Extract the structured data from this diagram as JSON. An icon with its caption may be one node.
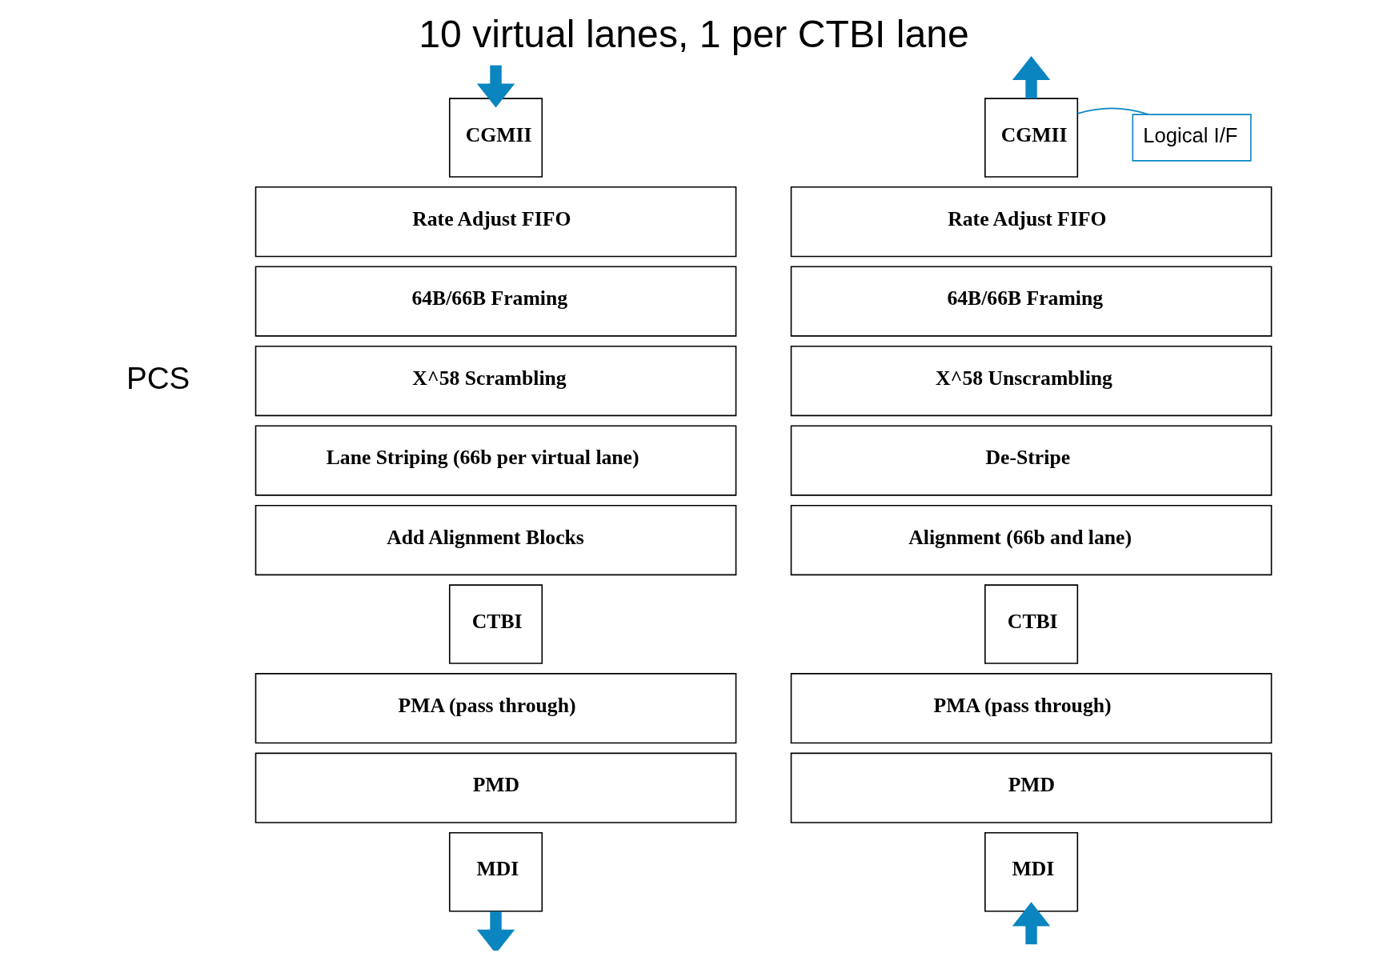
{
  "diagram": {
    "title": "10 virtual lanes, 1 per CTBI lane",
    "nodes": [
      {
        "text": [
          "CGMII"
        ]
      },
      {
        "text": [
          "Rate Adjust FIFO"
        ]
      },
      {
        "text": [
          "64B/66B Framing"
        ]
      },
      {
        "text": [
          "X^58 Scrambling"
        ]
      },
      {
        "text": [
          "Lane Striping (66b per virtual lane)"
        ]
      },
      {
        "text": [
          "Add Alignment Blocks"
        ]
      },
      {
        "text": [
          "CTBI"
        ]
      },
      {
        "text": [
          "PMA (pass through)"
        ]
      },
      {
        "text": [
          "PMD"
        ]
      },
      {
        "text": [
          "MDI"
        ]
      },
      {
        "text": [
          "CGMII"
        ]
      },
      {
        "text": [
          "Rate Adjust FIFO"
        ]
      },
      {
        "text": [
          "64B/66B Framing"
        ]
      },
      {
        "text": [
          "X^58 Unscrambling"
        ]
      },
      {
        "text": [
          "De-Stripe"
        ]
      },
      {
        "text": [
          "Alignment (66b and lane)"
        ]
      },
      {
        "text": [
          "CTBI"
        ]
      },
      {
        "text": [
          "PMA (pass through)"
        ]
      },
      {
        "text": [
          "PMD"
        ]
      },
      {
        "text": [
          "MDI"
        ]
      },
      {
        "text": [
          "Logical I/F"
        ]
      }
    ],
    "edges": [
      {
        "from": null,
        "to": 0,
        "arrow": "to",
        "color": "#0a85c0"
      },
      {
        "from": 9,
        "to": null,
        "arrow": "to",
        "color": "#0a85c0"
      },
      {
        "from": 10,
        "to": null,
        "arrow": "to",
        "color": "#0a85c0"
      },
      {
        "from": null,
        "to": 19,
        "arrow": "to",
        "color": "#0a85c0"
      },
      {
        "from": 20,
        "to": 10,
        "arrow": "none",
        "color": "#0a85c0"
      }
    ],
    "labels": [
      "PCS"
    ]
  }
}
